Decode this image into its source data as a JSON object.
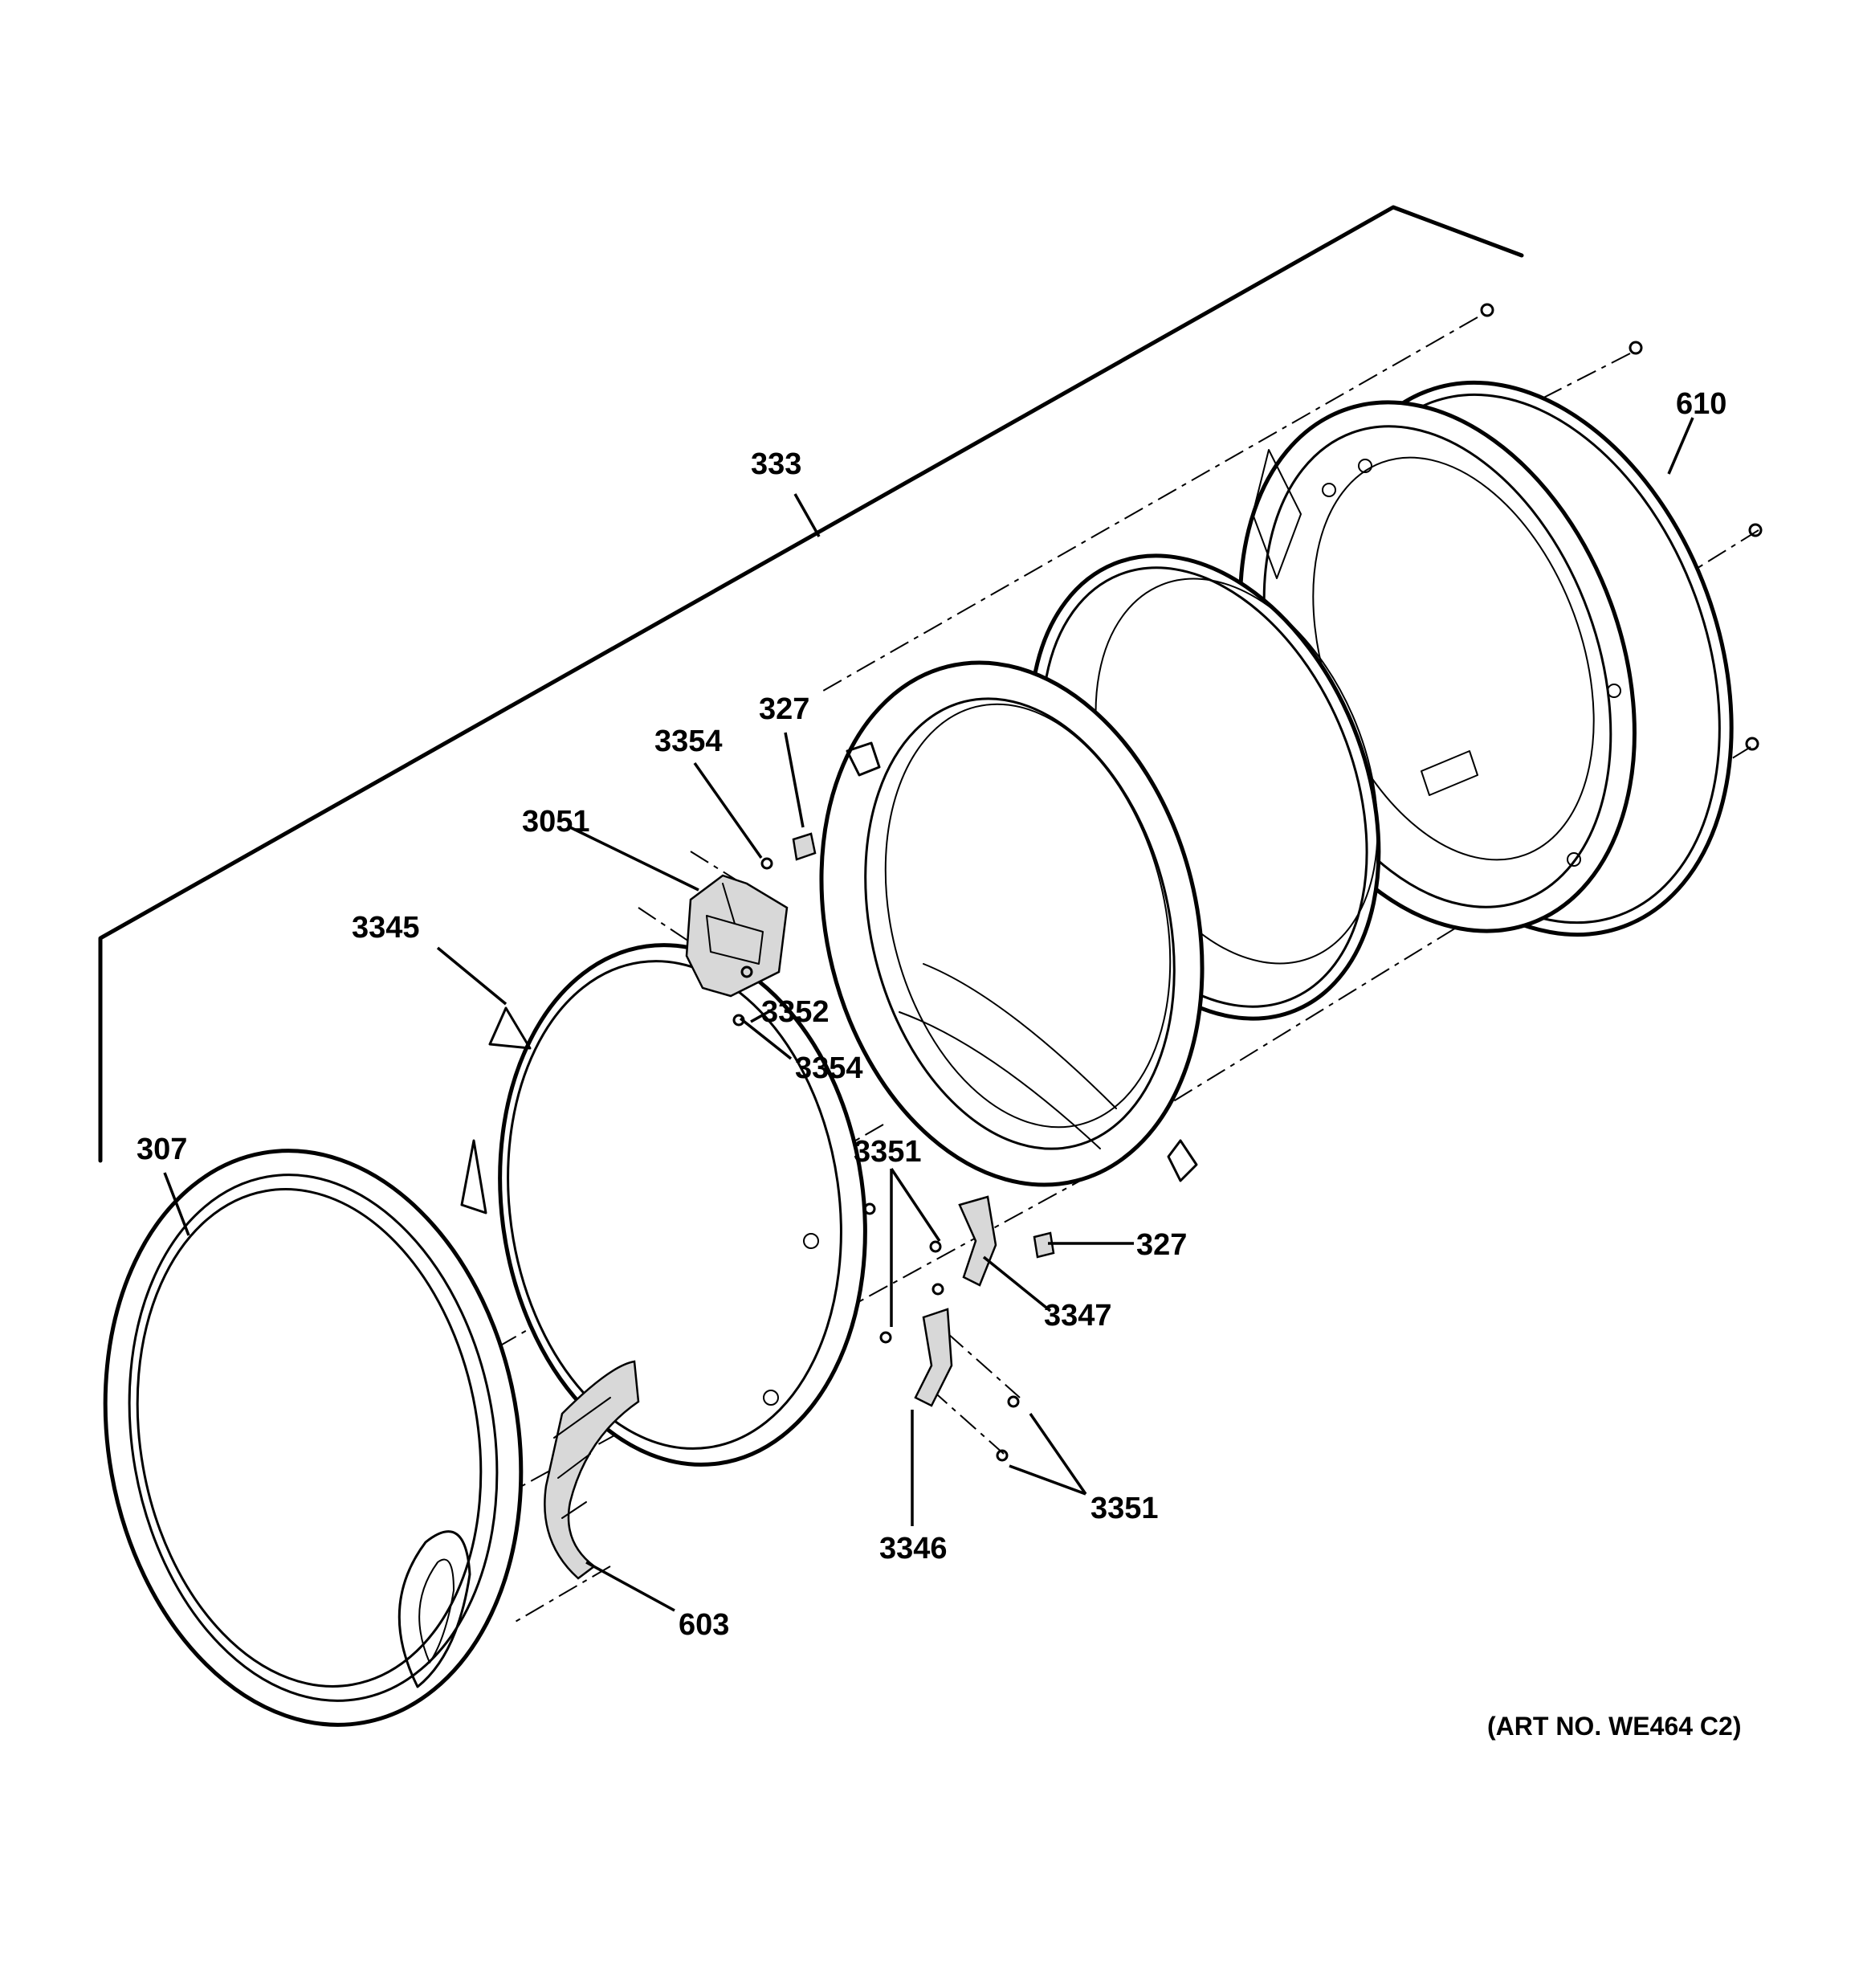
{
  "parts": [
    {
      "id": "p610",
      "number": "610"
    },
    {
      "id": "p333",
      "number": "333"
    },
    {
      "id": "p327a",
      "number": "327"
    },
    {
      "id": "p3354a",
      "number": "3354"
    },
    {
      "id": "p3051",
      "number": "3051"
    },
    {
      "id": "p3345",
      "number": "3345"
    },
    {
      "id": "p3352",
      "number": "3352"
    },
    {
      "id": "p3354b",
      "number": "3354"
    },
    {
      "id": "p307",
      "number": "307"
    },
    {
      "id": "p3351a",
      "number": "3351"
    },
    {
      "id": "p327b",
      "number": "327"
    },
    {
      "id": "p3347",
      "number": "3347"
    },
    {
      "id": "p3351b",
      "number": "3351"
    },
    {
      "id": "p3346",
      "number": "3346"
    },
    {
      "id": "p603",
      "number": "603"
    }
  ],
  "art_number": "(ART NO. WE464 C2)"
}
